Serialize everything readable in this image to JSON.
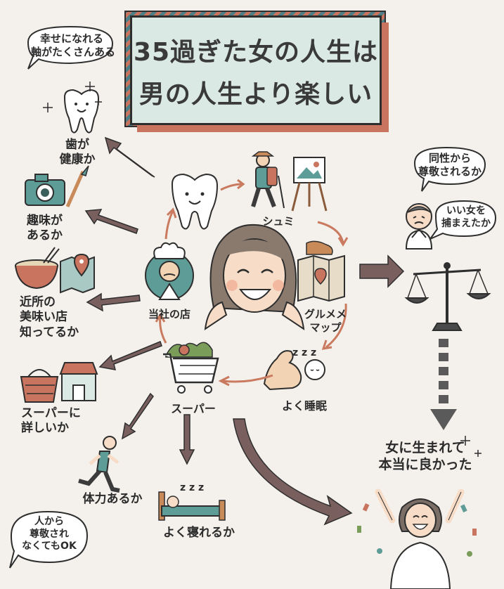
{
  "title": {
    "line1": "35過ぎた女の人生は",
    "line2": "男の人生より楽しい"
  },
  "bubbles": {
    "teeth": [
      "幸せになれる",
      "軸がたくさんある"
    ],
    "respect_same_sex": [
      "同性から",
      "尊敬されるか"
    ],
    "good_partner": [
      "いい女を",
      "捕まえたか"
    ],
    "respect_ok": [
      "人から",
      "尊敬され",
      "なくてもOK"
    ]
  },
  "left_items": {
    "teeth": [
      "歯が",
      "健康か"
    ],
    "hobby": [
      "趣味が",
      "あるか"
    ],
    "restaurant": [
      "近所の",
      "美味い店",
      "知ってるか"
    ],
    "supermarket": [
      "スーパーに",
      "詳しいか"
    ]
  },
  "cycle": {
    "hobby": "シュミ",
    "gourmet": [
      "グルメメ",
      "マップ"
    ],
    "sleep": "よく睡眠",
    "super": "スーパー",
    "shop": "当社の店"
  },
  "bottom_items": {
    "stamina": "体力あるか",
    "sleep": "よく寝れるか"
  },
  "conclusion": [
    "女に生まれて",
    "本当に良かった"
  ],
  "colors": {
    "arrow": "#7a5f5f",
    "cycle_arrow": "#c97a5f",
    "title_bg": "#dbe9e5",
    "stripe": "#c9745f",
    "teal": "#5e9c97"
  }
}
